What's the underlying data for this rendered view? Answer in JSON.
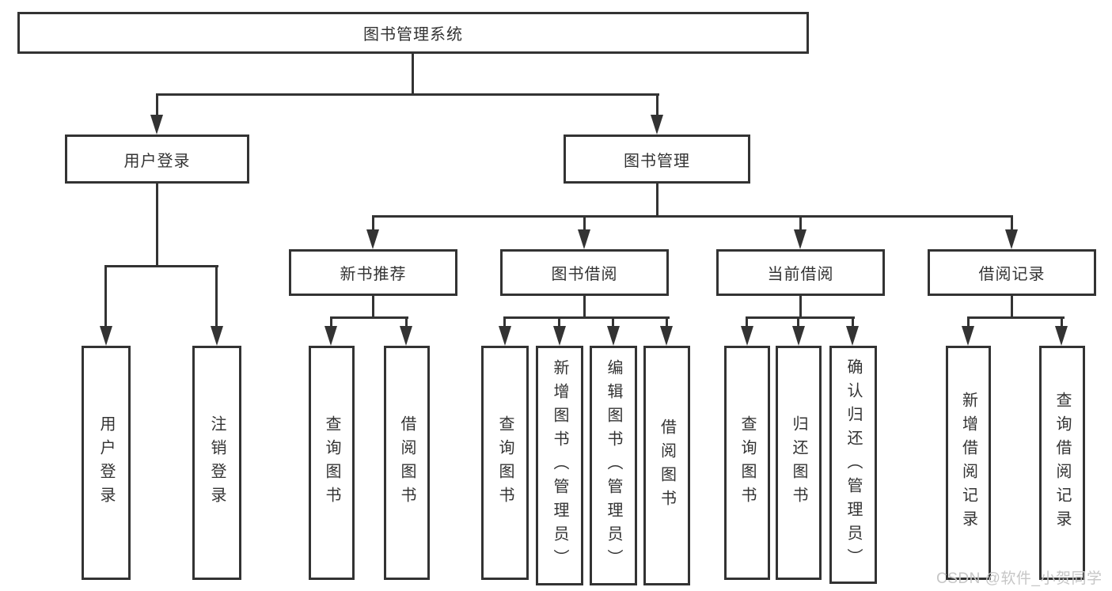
{
  "diagram": {
    "title": "图书管理系统",
    "nodes": {
      "root": "图书管理系统",
      "user_login": "用户登录",
      "book_mgmt": "图书管理",
      "new_books": "新书推荐",
      "book_borrow": "图书借阅",
      "current_borrow": "当前借阅",
      "borrow_records": "借阅记录",
      "leaf_user_login": "用户登录",
      "leaf_logout": "注销登录",
      "leaf_nb_query": "查询图书",
      "leaf_nb_borrow": "借阅图书",
      "leaf_bb_query": "查询图书",
      "leaf_bb_add": "新增图书（管理员）",
      "leaf_bb_edit": "编辑图书（管理员）",
      "leaf_bb_borrow": "借阅图书",
      "leaf_cb_query": "查询图书",
      "leaf_cb_return": "归还图书",
      "leaf_cb_confirm": "确认归还（管理员）",
      "leaf_br_add": "新增借阅记录",
      "leaf_br_query": "查询借阅记录"
    },
    "colors": {
      "line": "#333333",
      "text": "#333333",
      "background": "#ffffff",
      "watermark": "#c6c6c6"
    }
  },
  "watermark": "CSDN @软件_小贺同学"
}
